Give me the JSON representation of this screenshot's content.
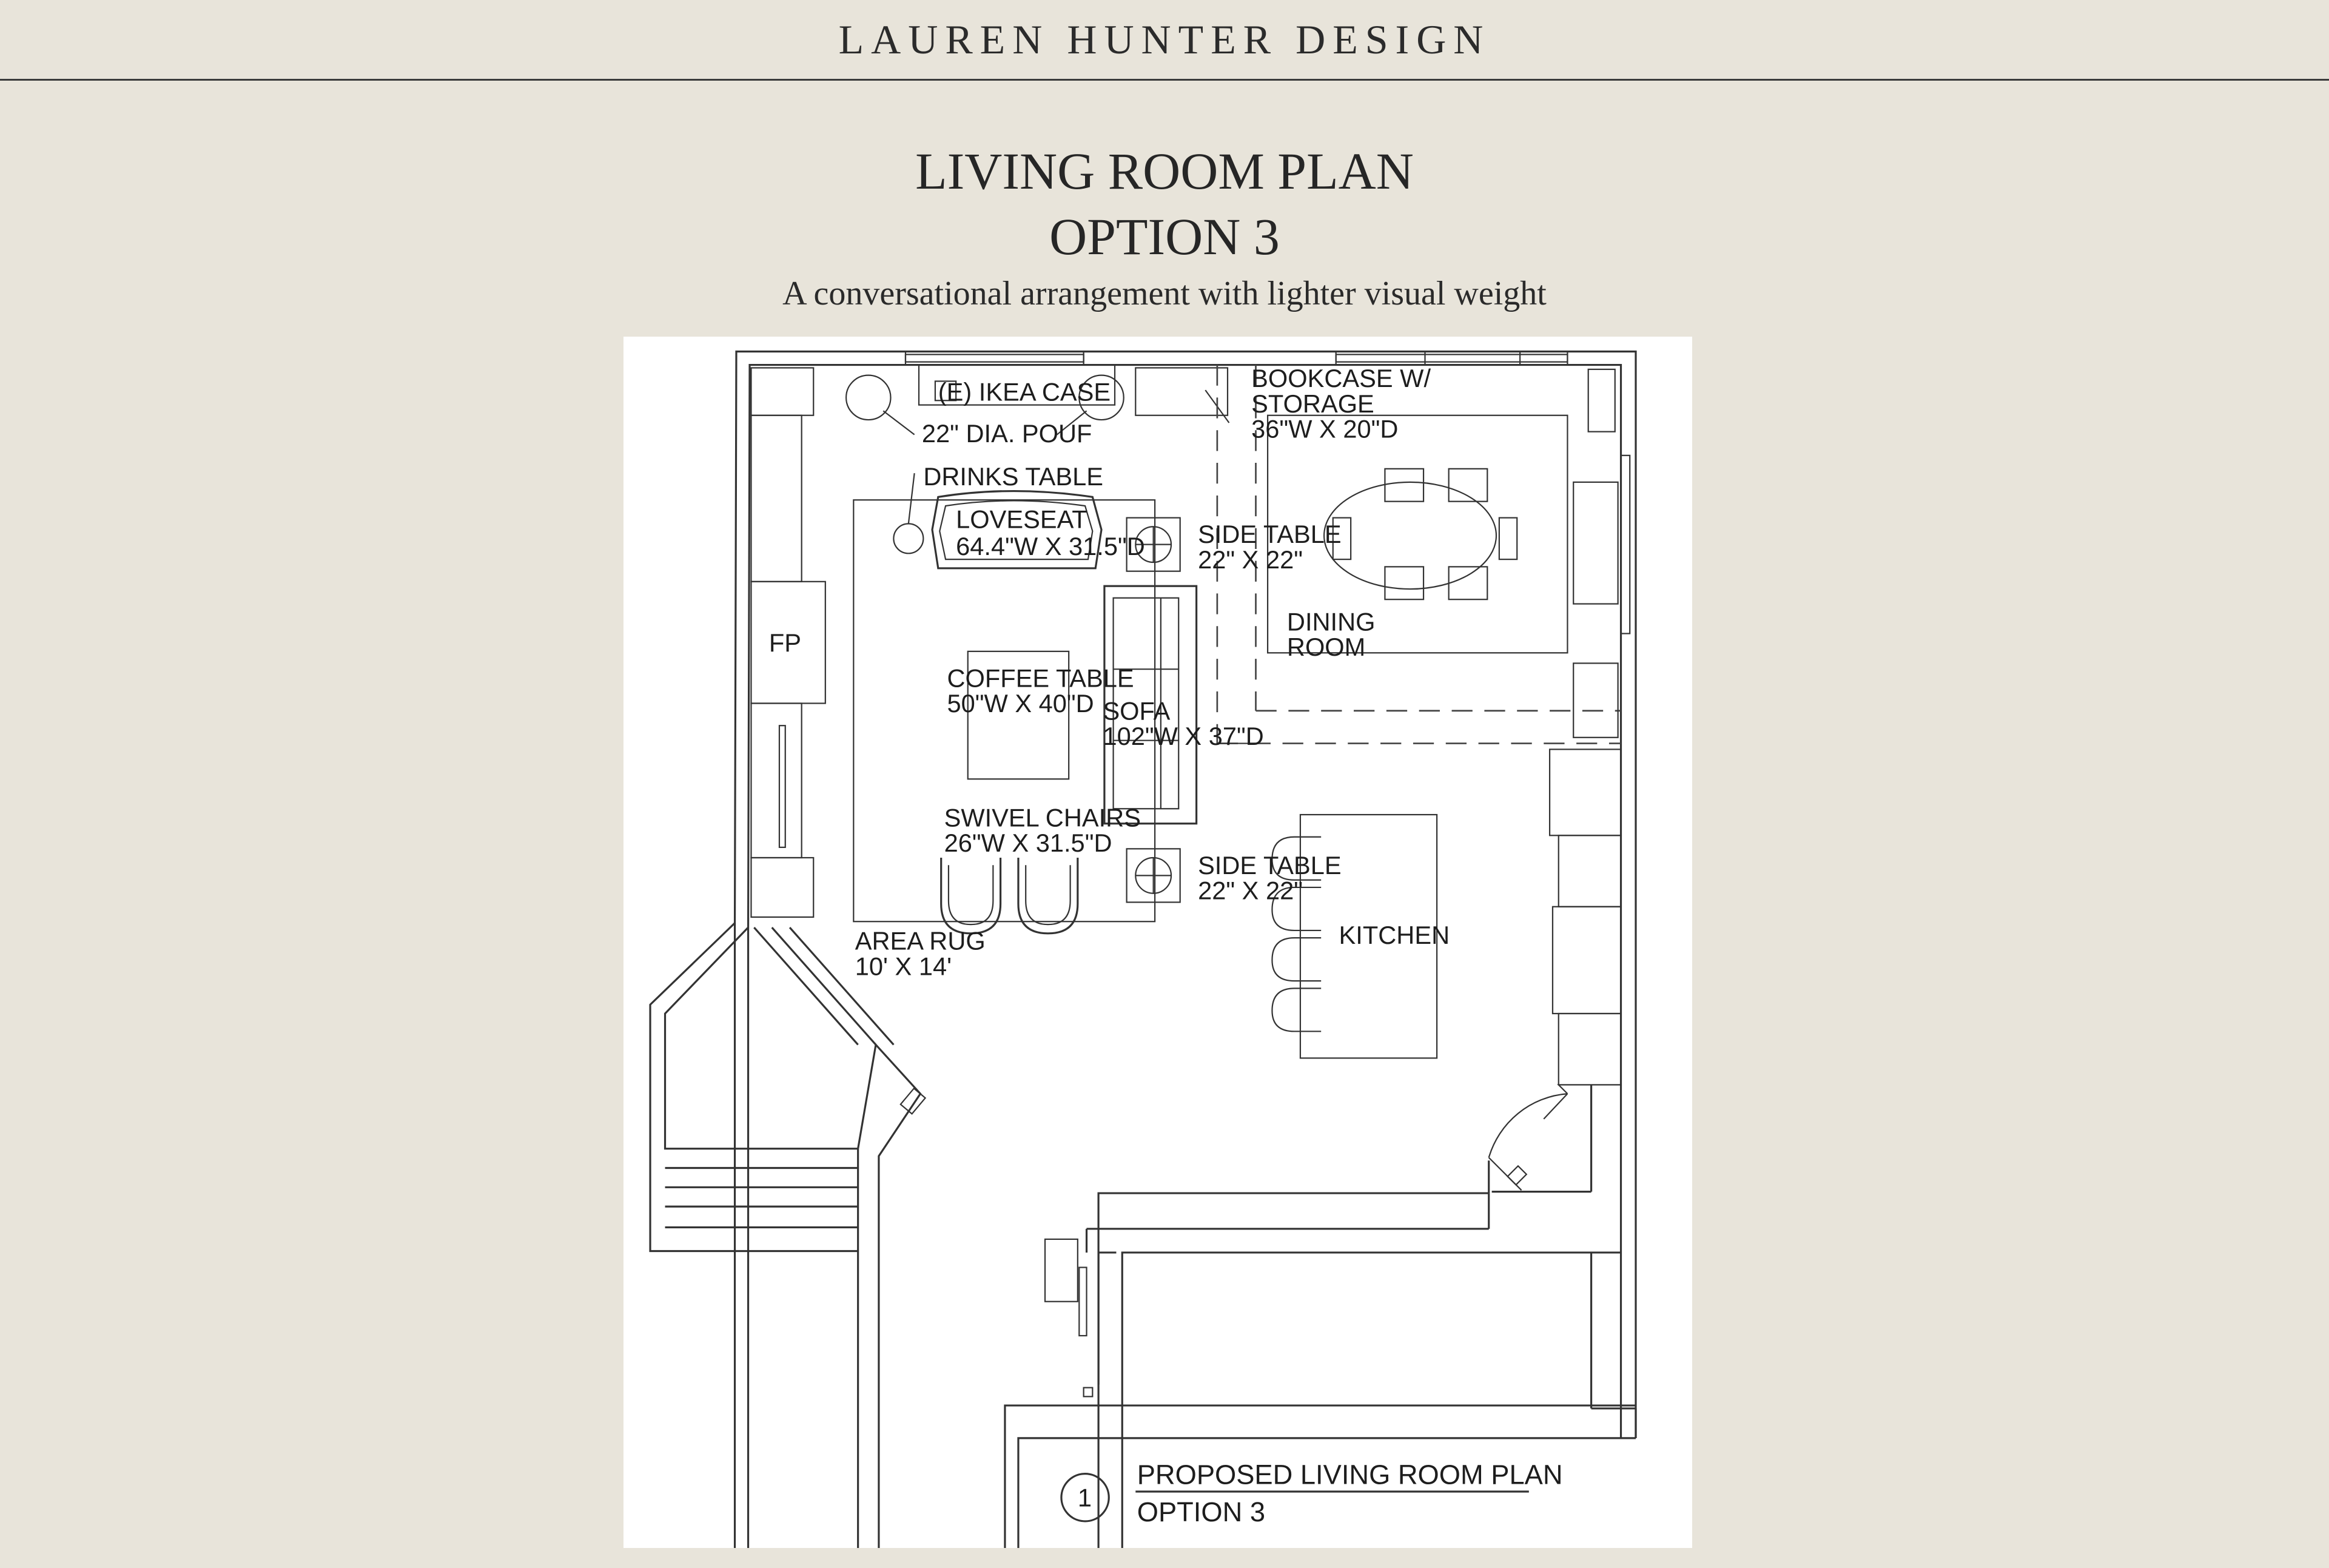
{
  "header": {
    "brand": "LAUREN HUNTER DESIGN"
  },
  "page": {
    "title_line1": "LIVING ROOM PLAN",
    "title_line2": "OPTION 3",
    "subtitle": "A conversational arrangement with lighter visual weight"
  },
  "plan": {
    "labels": {
      "ikea_case": "(E)  IKEA CASE",
      "pouf": "22\" DIA. POUF",
      "bookcase_l1": "BOOKCASE W/",
      "bookcase_l2": "STORAGE",
      "bookcase_l3": "36\"W X 20\"D",
      "drinks_table": "DRINKS TABLE",
      "loveseat_l1": "LOVESEAT",
      "loveseat_l2": "64.4\"W X 31.5\"D",
      "side_table_top_l1": "SIDE TABLE",
      "side_table_top_l2": "22\" X 22\"",
      "dining_l1": "DINING",
      "dining_l2": "ROOM",
      "fp": "FP",
      "coffee_l1": "COFFEE TABLE",
      "coffee_l2": "50\"W X 40\"D",
      "sofa_l1": "SOFA",
      "sofa_l2": "102\"W X 37\"D",
      "swivel_l1": "SWIVEL CHAIRS",
      "swivel_l2": "26\"W X 31.5\"D",
      "side_table_bottom_l1": "SIDE TABLE",
      "side_table_bottom_l2": "22\" X 22\"",
      "kitchen": "KITCHEN",
      "rug_l1": "AREA RUG",
      "rug_l2": "10' X 14'",
      "drawing_number": "1",
      "drawing_title_l1": "PROPOSED LIVING ROOM PLAN",
      "drawing_title_l2": "OPTION 3"
    }
  }
}
